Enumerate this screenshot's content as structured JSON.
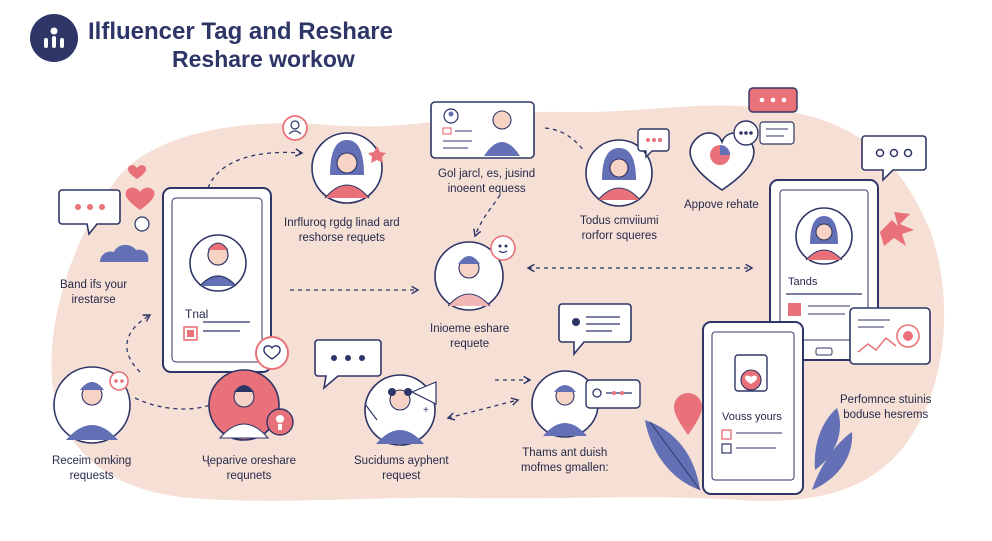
{
  "header": {
    "title_line1": "Ilfluencer Tag and Reshare",
    "title_line2": "Reshare workow"
  },
  "labels": {
    "band": [
      "Band ifs your",
      "irestarse"
    ],
    "influencer_request": [
      "Inrfluroq rgdg linad ard",
      "reshorse requets"
    ],
    "call_request": [
      "Gol jarcl, es, jusind",
      "inoeent equess"
    ],
    "todus": [
      "Todus cmviiumi",
      "rorforr squeres"
    ],
    "approve": [
      "Appove rehate"
    ],
    "inioneme": [
      "Inioeme eshare",
      "requete"
    ],
    "tnal": [
      "Tnal"
    ],
    "tands": [
      "Tands"
    ],
    "receive": [
      "Receim omking",
      "requests"
    ],
    "reparive": [
      "Ҷeparive oreshare",
      "requnets"
    ],
    "sucidums": [
      "Sucidums ayphent",
      "request"
    ],
    "thams": [
      "Thams ant duish",
      "mofmes gmallen:"
    ],
    "vouss": [
      "Vouss yours"
    ],
    "performance": [
      "Perfomnce stuinis",
      "boduse hesrems"
    ]
  },
  "colors": {
    "navy": "#2e3567",
    "blob": "#f6e0d6",
    "coral": "#e9727a",
    "pink": "#f3b6b6",
    "blue": "#6470b5",
    "skin": "#f6d3c4"
  }
}
